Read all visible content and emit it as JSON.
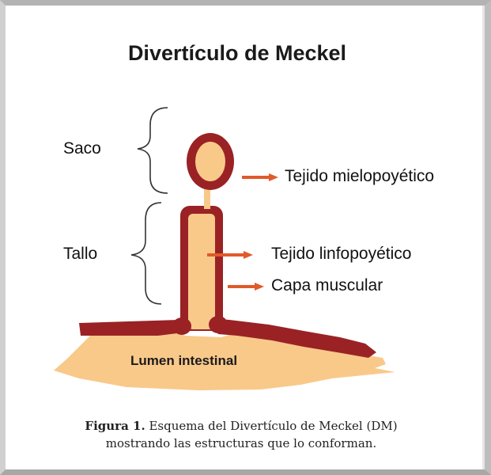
{
  "title": "Divertículo de Meckel",
  "labels": {
    "saco": "Saco",
    "tallo": "Tallo",
    "tejido_mielopoyetico": "Tejido mielopoyético",
    "tejido_linfopoyetico": "Tejido linfopoyético",
    "capa_muscular": "Capa muscular",
    "lumen_intestinal": "Lumen intestinal"
  },
  "caption": {
    "figure_label": "Figura 1.",
    "line1": "Esquema del Divertículo de Meckel (DM)",
    "line2": "mostrando las estructuras que lo conforman."
  },
  "colors": {
    "muscle": "#9a2225",
    "tissue": "#f9c98a",
    "arrow": "#e05a2a",
    "bracket": "#333333"
  }
}
